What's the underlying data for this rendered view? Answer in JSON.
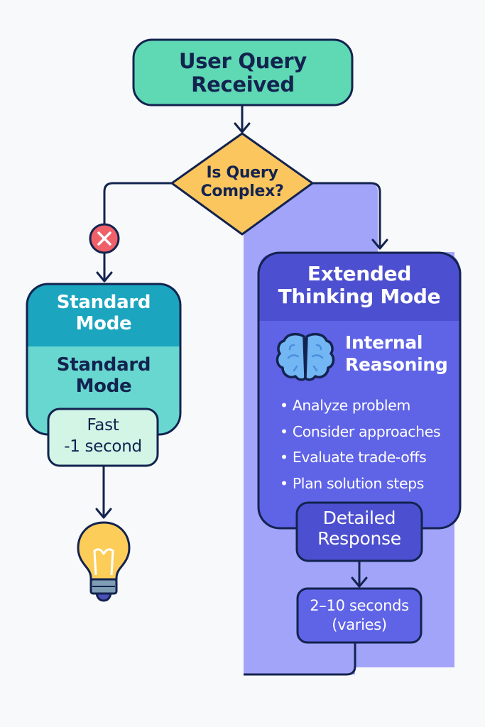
{
  "diagram": {
    "start_node": {
      "line1": "User Query",
      "line2": "Received"
    },
    "decision": {
      "line1": "Is Query",
      "line2": "Complex?"
    },
    "no_branch_marker": "x-icon",
    "standard_mode": {
      "header_line1": "Standard",
      "header_line2": "Mode",
      "body_line1": "Standard",
      "body_line2": "Mode",
      "speed_line1": "Fast",
      "speed_line2": "-1 second",
      "end_icon": "lightbulb-icon"
    },
    "extended_mode": {
      "header_line1": "Extended",
      "header_line2": "Thinking Mode",
      "section_icon": "brain-icon",
      "section_title_line1": "Internal",
      "section_title_line2": "Reasoning",
      "steps": [
        "Analyze problem",
        "Consider approaches",
        "Evaluate trade-offs",
        "Plan solution steps"
      ],
      "output_line1": "Detailed",
      "output_line2": "Response",
      "timing_line1": "2–10 seconds",
      "timing_line2": "(varies)"
    },
    "colors": {
      "stroke": "#13234f",
      "start_fill": "#5fd8b4",
      "decision_fill": "#fcc65e",
      "standard_header": "#1ba5bf",
      "standard_body": "#68d7cf",
      "speed_fill": "#d2f5e6",
      "extended_panel": "#a2a4fa",
      "extended_header": "#4c4fcf",
      "extended_body": "#5f63e6",
      "brain_fill": "#72b6f4",
      "x_fill": "#ef6069",
      "bulb_fill": "#fdcd59"
    }
  }
}
